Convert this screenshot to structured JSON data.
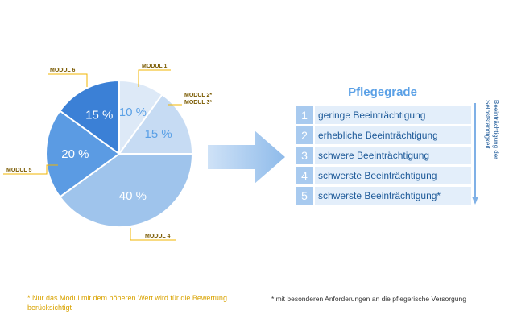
{
  "chart_data": {
    "type": "pie",
    "title": "",
    "slices": [
      {
        "label": "MODUL 1",
        "value": 10,
        "pct_label": "10 %",
        "color": "#dde9f7",
        "text_color": "#5aa0e6"
      },
      {
        "label": "MODUL 2* MODUL 3*",
        "label_lines": [
          "MODUL 2*",
          "MODUL 3*"
        ],
        "value": 15,
        "pct_label": "15 %",
        "color": "#c6dbf3",
        "text_color": "#5aa0e6"
      },
      {
        "label": "MODUL 4",
        "value": 40,
        "pct_label": "40 %",
        "color": "#9fc4ec",
        "text_color": "#ffffff"
      },
      {
        "label": "MODUL 5",
        "value": 20,
        "pct_label": "20 %",
        "color": "#5b9be3",
        "text_color": "#ffffff"
      },
      {
        "label": "MODUL 6",
        "value": 15,
        "pct_label": "15 %",
        "color": "#3b80d6",
        "text_color": "#ffffff"
      }
    ],
    "leader_color": "#f0b400"
  },
  "pflegegrade": {
    "title": "Pflegegrade",
    "levels": [
      {
        "number": "1",
        "label": "geringe Beeinträchtigung"
      },
      {
        "number": "2",
        "label": "erhebliche Beeinträchtigung"
      },
      {
        "number": "3",
        "label": "schwere Beeinträchtigung"
      },
      {
        "number": "4",
        "label": "schwerste Beeinträchtigung"
      },
      {
        "number": "5",
        "label": "schwerste Beeinträchtigung*"
      }
    ],
    "side_label": "Beeinträchtigung der Selbstständigkeit"
  },
  "footnotes": {
    "left": "* Nur das Modul mit dem höheren Wert wird für die Bewertung berücksichtigt",
    "right": "* mit besonderen Anforderungen an die pflegerische Versorgung"
  }
}
